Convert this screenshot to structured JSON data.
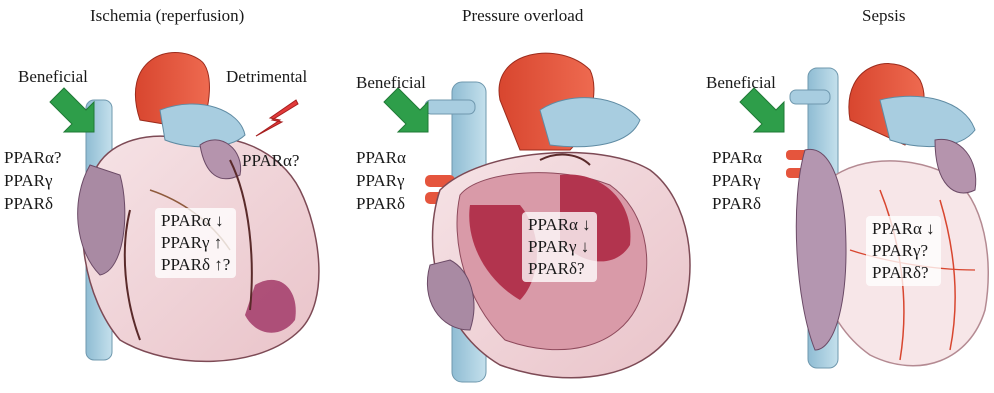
{
  "panels": [
    {
      "title": "Ischemia (reperfusion)",
      "beneficial": "Beneficial",
      "detrimental": "Detrimental",
      "left_labels": [
        "PPARα?",
        "PPARγ",
        "PPARδ"
      ],
      "right_label": "PPARα?",
      "changes": [
        "PPARα ↓",
        "PPARγ ↑",
        "PPARδ ↑?"
      ]
    },
    {
      "title": "Pressure overload",
      "beneficial": "Beneficial",
      "left_labels": [
        "PPARα",
        "PPARγ",
        "PPARδ"
      ],
      "changes": [
        "PPARα ↓",
        "PPARγ ↓",
        "PPARδ?"
      ]
    },
    {
      "title": "Sepsis",
      "beneficial": "Beneficial",
      "left_labels": [
        "PPARα",
        "PPARγ",
        "PPARδ"
      ],
      "changes": [
        "PPARα ↓",
        "PPARγ?",
        "PPARδ?"
      ]
    }
  ],
  "colors": {
    "beneficial_arrow": "#2e9e4a",
    "detrimental_bolt": "#e23a3a",
    "aorta": "#e5553d",
    "vessel_blue": "#a8cde0",
    "atrium_purple": "#a98aa3",
    "myocardium": "#f1d8dc",
    "chamber": "#b2344e"
  }
}
